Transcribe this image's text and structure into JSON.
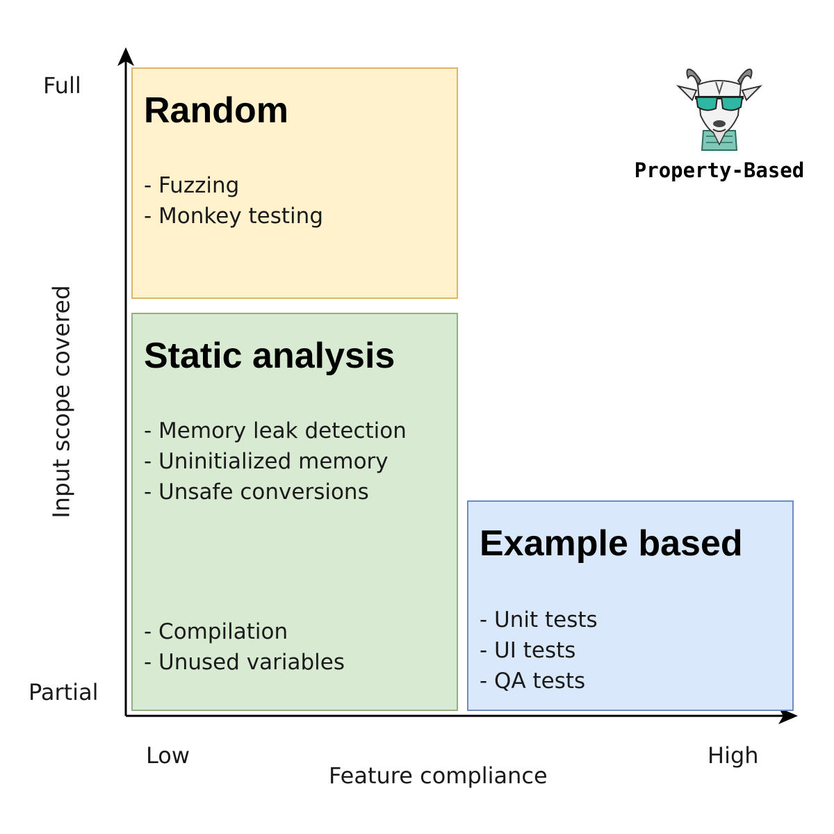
{
  "axes": {
    "y_label": "Input scope covered",
    "y_top": "Full",
    "y_bottom": "Partial",
    "x_label": "Feature compliance",
    "x_left": "Low",
    "x_right": "High"
  },
  "boxes": {
    "random": {
      "title": "Random",
      "fill": "#fff2cc",
      "border": "#e0b56a",
      "items": [
        "Fuzzing",
        "Monkey testing"
      ]
    },
    "static": {
      "title": "Static analysis",
      "fill": "#d9ead3",
      "border": "#93b083",
      "group1": [
        "Memory leak detection",
        "Uninitialized memory",
        "Unsafe conversions"
      ],
      "group2": [
        "Compilation",
        "Unused variables"
      ]
    },
    "example": {
      "title": "Example based",
      "fill": "#dae8fc",
      "border": "#6c8ebf",
      "items": [
        "Unit tests",
        "UI tests",
        "QA tests"
      ]
    }
  },
  "logo": {
    "caption": "Property-Based",
    "icon": "goat-with-sunglasses-icon",
    "lens_color": "#2fb7a3",
    "scarf_color": "#7fc8b8"
  }
}
